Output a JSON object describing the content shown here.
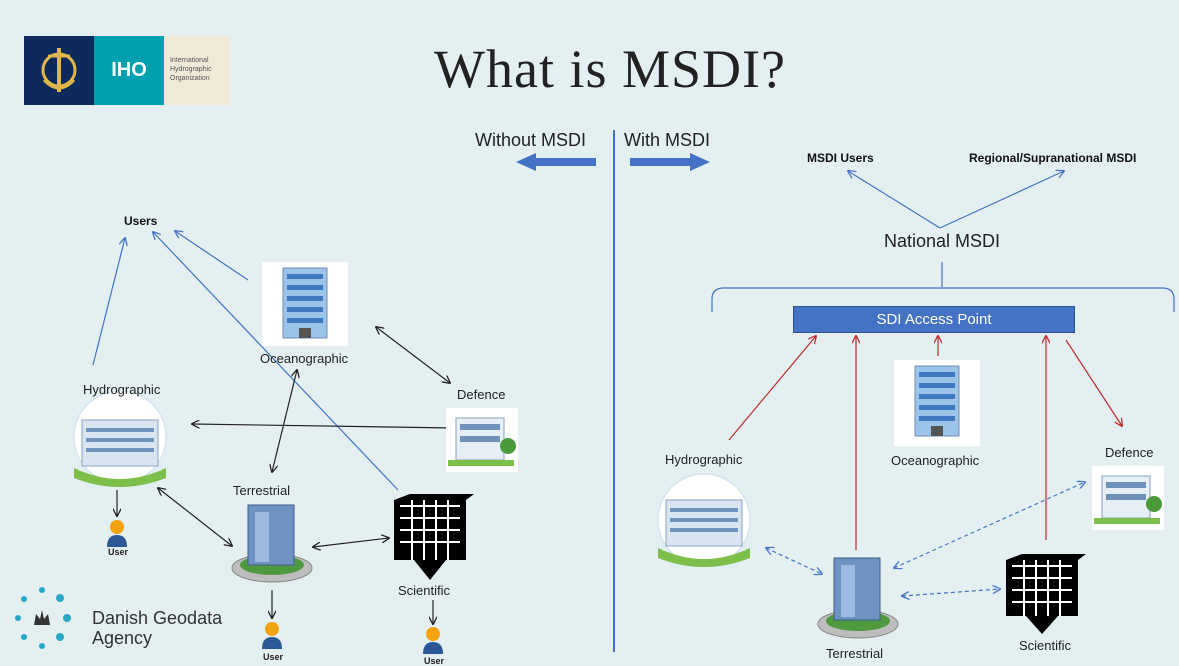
{
  "title": "What is MSDI?",
  "iho": {
    "abbr": "IHO",
    "line1": "International",
    "line2": "Hydrographic",
    "line3": "Organization"
  },
  "agency": {
    "line1": "Danish Geodata",
    "line2": "Agency"
  },
  "without_label": "Without MSDI",
  "with_label": "With MSDI",
  "left": {
    "users": "Users",
    "hydrographic": "Hydrographic",
    "oceanographic": "Oceanographic",
    "defence": "Defence",
    "terrestrial": "Terrestrial",
    "scientific": "Scientific",
    "user": "User"
  },
  "right": {
    "msdi_users": "MSDI Users",
    "regional": "Regional/Supranational MSDI",
    "national": "National MSDI",
    "sdi_access_point": "SDI Access Point",
    "hydrographic": "Hydrographic",
    "oceanographic": "Oceanographic",
    "defence": "Defence",
    "terrestrial": "Terrestrial",
    "scientific": "Scientific"
  },
  "colors": {
    "background": "#e4eff1",
    "blue_line": "#4472c4",
    "red_line": "#c0282c",
    "sdi_fill": "#4472c4"
  }
}
